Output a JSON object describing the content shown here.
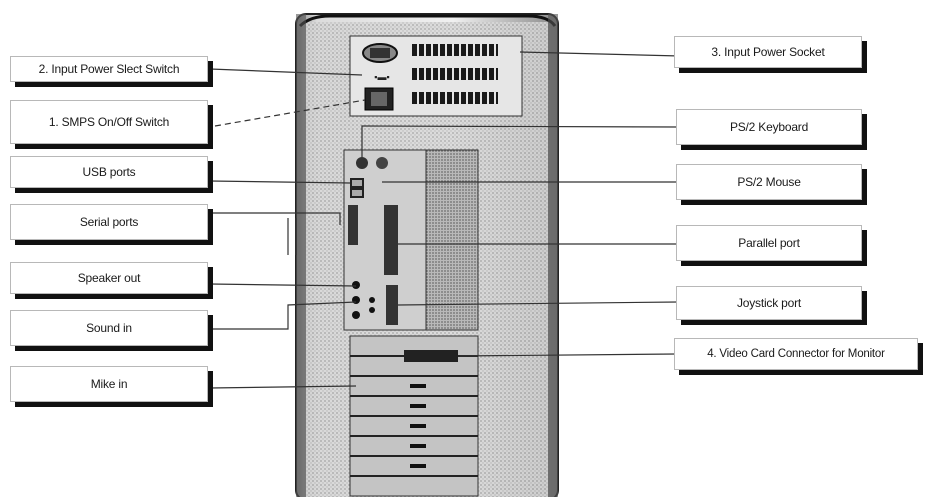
{
  "diagram": {
    "left_labels": [
      "2. Input Power Slect Switch",
      "1. SMPS On/Off Switch",
      "USB ports",
      "Serial ports",
      "Speaker out",
      "Sound in",
      "Mike in"
    ],
    "right_labels": [
      "3. Input Power Socket",
      "PS/2 Keyboard",
      "PS/2 Mouse",
      "Parallel port",
      "Joystick port",
      "4. Video Card Connector for Monitor"
    ]
  }
}
